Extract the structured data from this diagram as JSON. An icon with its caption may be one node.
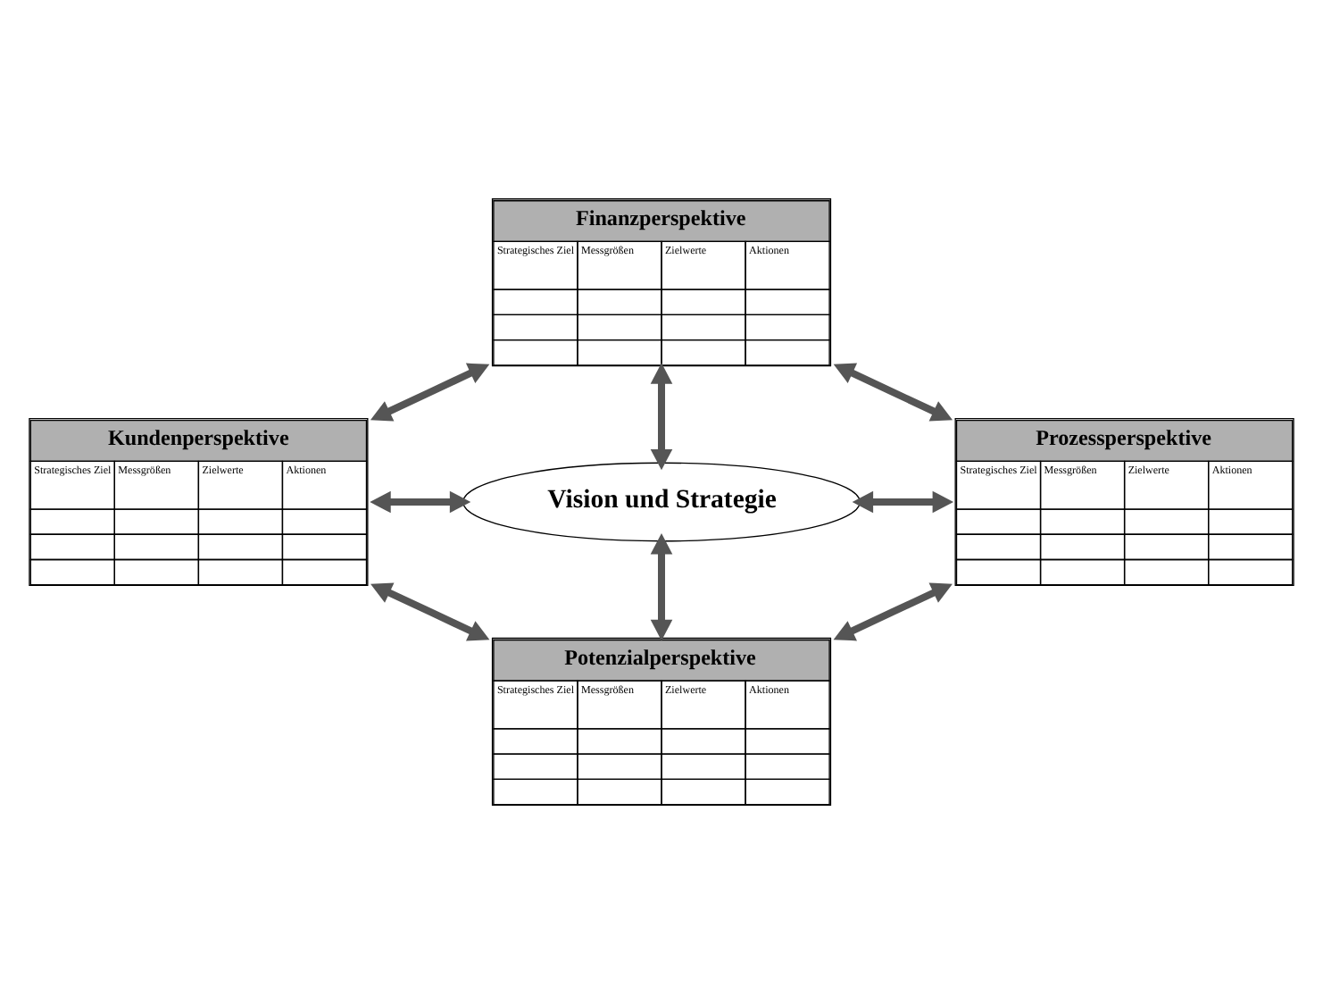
{
  "diagram": {
    "nodes": [
      {
        "text": [
          "Finanzperspektive",
          "Strategisches Ziel",
          "Messgrößen",
          "Zielwerte",
          "Aktionen"
        ]
      },
      {
        "text": [
          "Kundenperspektive",
          "Strategisches Ziel",
          "Messgrößen",
          "Zielwerte",
          "Aktionen"
        ]
      },
      {
        "text": [
          "Vision und Strategie"
        ]
      },
      {
        "text": [
          "Prozessperspektive",
          "Strategisches Ziel",
          "Messgrößen",
          "Zielwerte",
          "Aktionen"
        ]
      },
      {
        "text": [
          "Potenzialperspektive",
          "Strategisches Ziel",
          "Messgrößen",
          "Zielwerte",
          "Aktionen"
        ]
      }
    ],
    "edges": [
      {
        "from": 0,
        "to": 2,
        "arrow": "both"
      },
      {
        "from": 1,
        "to": 2,
        "arrow": "both"
      },
      {
        "from": 2,
        "to": 3,
        "arrow": "both"
      },
      {
        "from": 2,
        "to": 4,
        "arrow": "both"
      },
      {
        "from": 1,
        "to": 0,
        "arrow": "both"
      },
      {
        "from": 0,
        "to": 3,
        "arrow": "both"
      },
      {
        "from": 3,
        "to": 4,
        "arrow": "both"
      },
      {
        "from": 4,
        "to": 1,
        "arrow": "both"
      }
    ]
  }
}
